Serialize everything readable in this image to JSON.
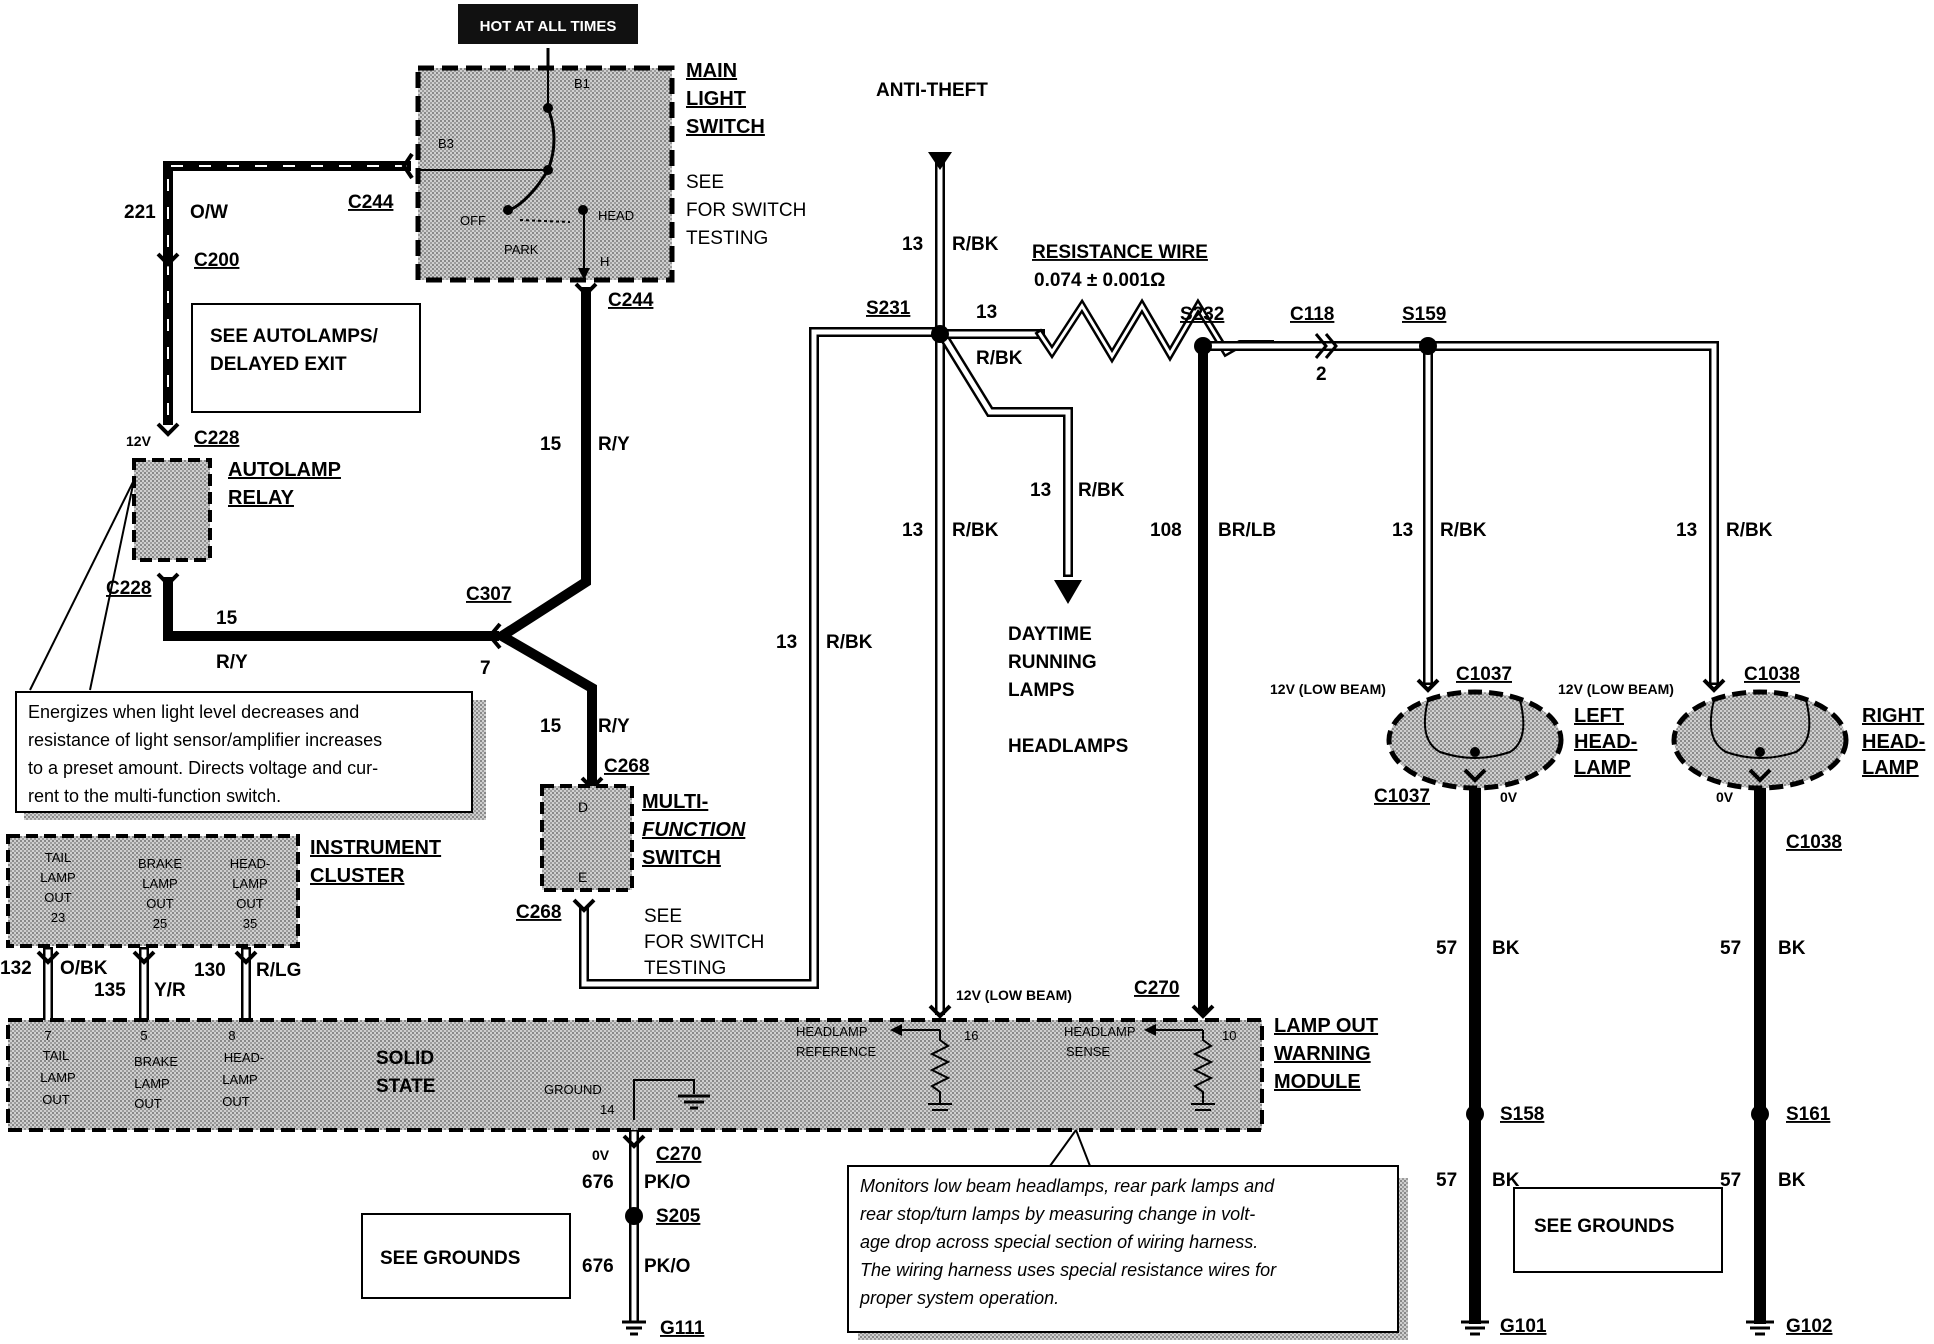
{
  "top_banner": "HOT AT ALL TIMES",
  "main_switch": {
    "title": [
      "MAIN",
      "LIGHT",
      "SWITCH"
    ],
    "see": [
      "SEE",
      "FOR SWITCH",
      "TESTING"
    ],
    "pins": {
      "b1": "B1",
      "b3": "B3",
      "off": "OFF",
      "park": "PARK",
      "head": "HEAD",
      "h": "H"
    }
  },
  "anti_theft": "ANTI-THEFT",
  "autolamps_box": [
    "SEE AUTOLAMPS/",
    "DELAYED EXIT"
  ],
  "relay": {
    "title": [
      "AUTOLAMP",
      "RELAY"
    ],
    "voltage": "12V"
  },
  "relay_note": [
    "Energizes when light level decreases and",
    "resistance of light sensor/amplifier increases",
    "to a preset amount. Directs voltage and cur-",
    "rent to the multi-function switch."
  ],
  "instrument_cluster": {
    "title": [
      "INSTRUMENT",
      "CLUSTER"
    ],
    "cols": [
      [
        "TAIL",
        "LAMP",
        "OUT",
        "23"
      ],
      [
        "BRAKE",
        "LAMP",
        "OUT",
        "25"
      ],
      [
        "HEAD-",
        "LAMP",
        "OUT",
        "35"
      ]
    ]
  },
  "multifunction": {
    "title": [
      "MULTI-",
      "FUNCTION",
      "SWITCH"
    ],
    "pin_d": "D",
    "pin_e": "E",
    "see": [
      "SEE",
      "FOR SWITCH",
      "TESTING"
    ]
  },
  "resistance_wire": {
    "title": "RESISTANCE WIRE",
    "value": "0.074 ± 0.001Ω"
  },
  "drl": [
    "DAYTIME",
    "RUNNING",
    "LAMPS"
  ],
  "headlamps_label": "HEADLAMPS",
  "lamp_out_module": {
    "title": [
      "LAMP OUT",
      "WARNING",
      "MODULE"
    ],
    "solid_state": [
      "SOLID",
      "STATE"
    ],
    "inputs": [
      [
        "7",
        "TAIL",
        "LAMP",
        "OUT"
      ],
      [
        "5",
        "BRAKE",
        "LAMP",
        "OUT"
      ],
      [
        "8",
        "HEAD-",
        "LAMP",
        "OUT"
      ]
    ],
    "ground": "GROUND",
    "ground_pin": "14",
    "ref": [
      "HEADLAMP",
      "REFERENCE"
    ],
    "ref_pin": "16",
    "sense": [
      "HEADLAMP",
      "SENSE"
    ],
    "sense_pin": "10",
    "low_beam": "12V (LOW BEAM)"
  },
  "module_note": [
    "Monitors low beam headlamps, rear park lamps and",
    "rear stop/turn lamps by measuring change in volt-",
    "age drop across special section of wiring harness.",
    "The wiring harness uses special resistance wires for",
    "proper system operation."
  ],
  "left_headlamp": [
    "LEFT",
    "HEAD-",
    "LAMP"
  ],
  "right_headlamp": [
    "RIGHT",
    "HEAD-",
    "LAMP"
  ],
  "low_beam_12v": "12V (LOW BEAM)",
  "zero_v": "0V",
  "see_grounds": "SEE GROUNDS",
  "connectors": {
    "c244a": "C244",
    "c244b": "C244",
    "c200": "C200",
    "c228a": "C228",
    "c228b": "C228",
    "c307": "C307",
    "c268a": "C268",
    "c268b": "C268",
    "c270a": "C270",
    "c270b": "C270",
    "s231": "S231",
    "s232": "S232",
    "c118": "C118",
    "s159": "S159",
    "c1037a": "C1037",
    "c1037b": "C1037",
    "c1038a": "C1038",
    "c1038b": "C1038",
    "s205": "S205",
    "s158": "S158",
    "s161": "S161",
    "g111": "G111",
    "g101": "G101",
    "g102": "G102"
  },
  "wires": {
    "w221": "221",
    "ow": "O/W",
    "w15a": "15",
    "ry_a": "R/Y",
    "w15b": "15",
    "ry_b": "R/Y",
    "w15c": "15",
    "ry_c": "R/Y",
    "pin7": "7",
    "w13_top": "13",
    "rbk_top": "R/BK",
    "w13_s231": "13",
    "rbk_s231": "R/BK",
    "w13_drl": "13",
    "rbk_drl": "R/BK",
    "w13_mid": "13",
    "rbk_mid": "R/BK",
    "w13_left": "13",
    "rbk_left": "R/BK",
    "w13_s159": "13",
    "rbk_s159": "R/BK",
    "w13_right": "13",
    "rbk_right": "R/BK",
    "w108": "108",
    "brlb": "BR/LB",
    "c118_pin": "2",
    "w132": "132",
    "obk": "O/BK",
    "w135": "135",
    "yr": "Y/R",
    "w130": "130",
    "rlg": "R/LG",
    "w676a": "676",
    "pko_a": "PK/O",
    "w676b": "676",
    "pko_b": "PK/O",
    "w57a": "57",
    "bk_a": "BK",
    "w57b": "57",
    "bk_b": "BK",
    "w57c": "57",
    "bk_c": "BK",
    "w57d": "57",
    "bk_d": "BK"
  }
}
